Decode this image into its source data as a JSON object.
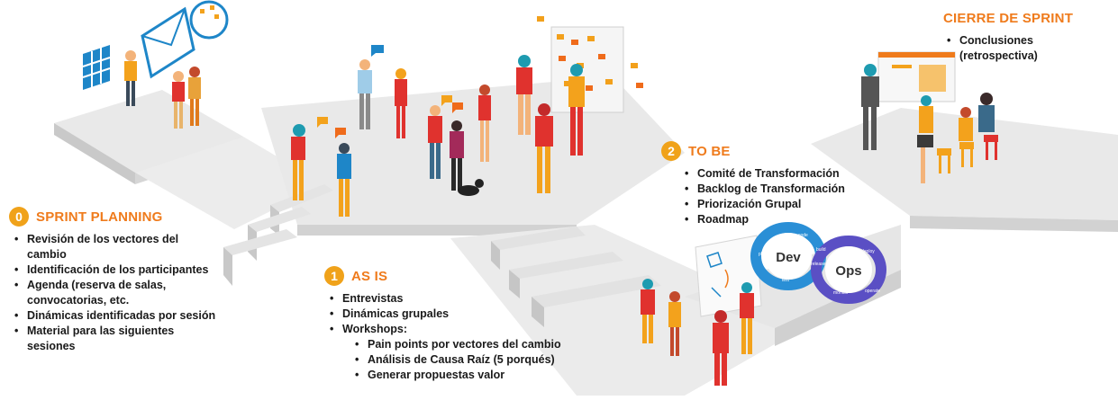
{
  "stages": {
    "sprint_planning": {
      "number": "0",
      "title": "SPRINT PLANNING",
      "items": [
        "Revisión de los vectores del cambio",
        "Identificación de los participantes",
        "Agenda (reserva de salas, convocatorias, etc.",
        "Dinámicas identificadas por sesión",
        "Material para las siguientes sesiones"
      ]
    },
    "as_is": {
      "number": "1",
      "title": "AS IS",
      "items": [
        "Entrevistas",
        "Dinámicas grupales",
        "Workshops:"
      ],
      "workshop_items": [
        "Pain points por vectores del cambio",
        "Análisis de Causa Raíz (5 porqués)",
        "Generar propuestas valor"
      ]
    },
    "to_be": {
      "number": "2",
      "title": "TO BE",
      "items": [
        "Comité de Transformación",
        "Backlog de Transformación",
        "Priorización Grupal",
        "Roadmap"
      ]
    },
    "cierre": {
      "title": "CIERRE DE SPRINT",
      "items": [
        "Conclusiones (retrospectiva)"
      ]
    }
  },
  "devops": {
    "dev_label": "Dev",
    "ops_label": "Ops",
    "dev_steps": [
      "code",
      "build",
      "test",
      "plan"
    ],
    "ops_steps": [
      "release",
      "deploy",
      "operate",
      "monitor"
    ]
  },
  "colors": {
    "accent_orange": "#ef7b1c",
    "number_circle": "#f0a21a",
    "platform_top": "#e9e9e9",
    "platform_side": "#d0d0d0",
    "devops_blue": "#2a8fd6",
    "devops_purple": "#5a4fc4"
  }
}
